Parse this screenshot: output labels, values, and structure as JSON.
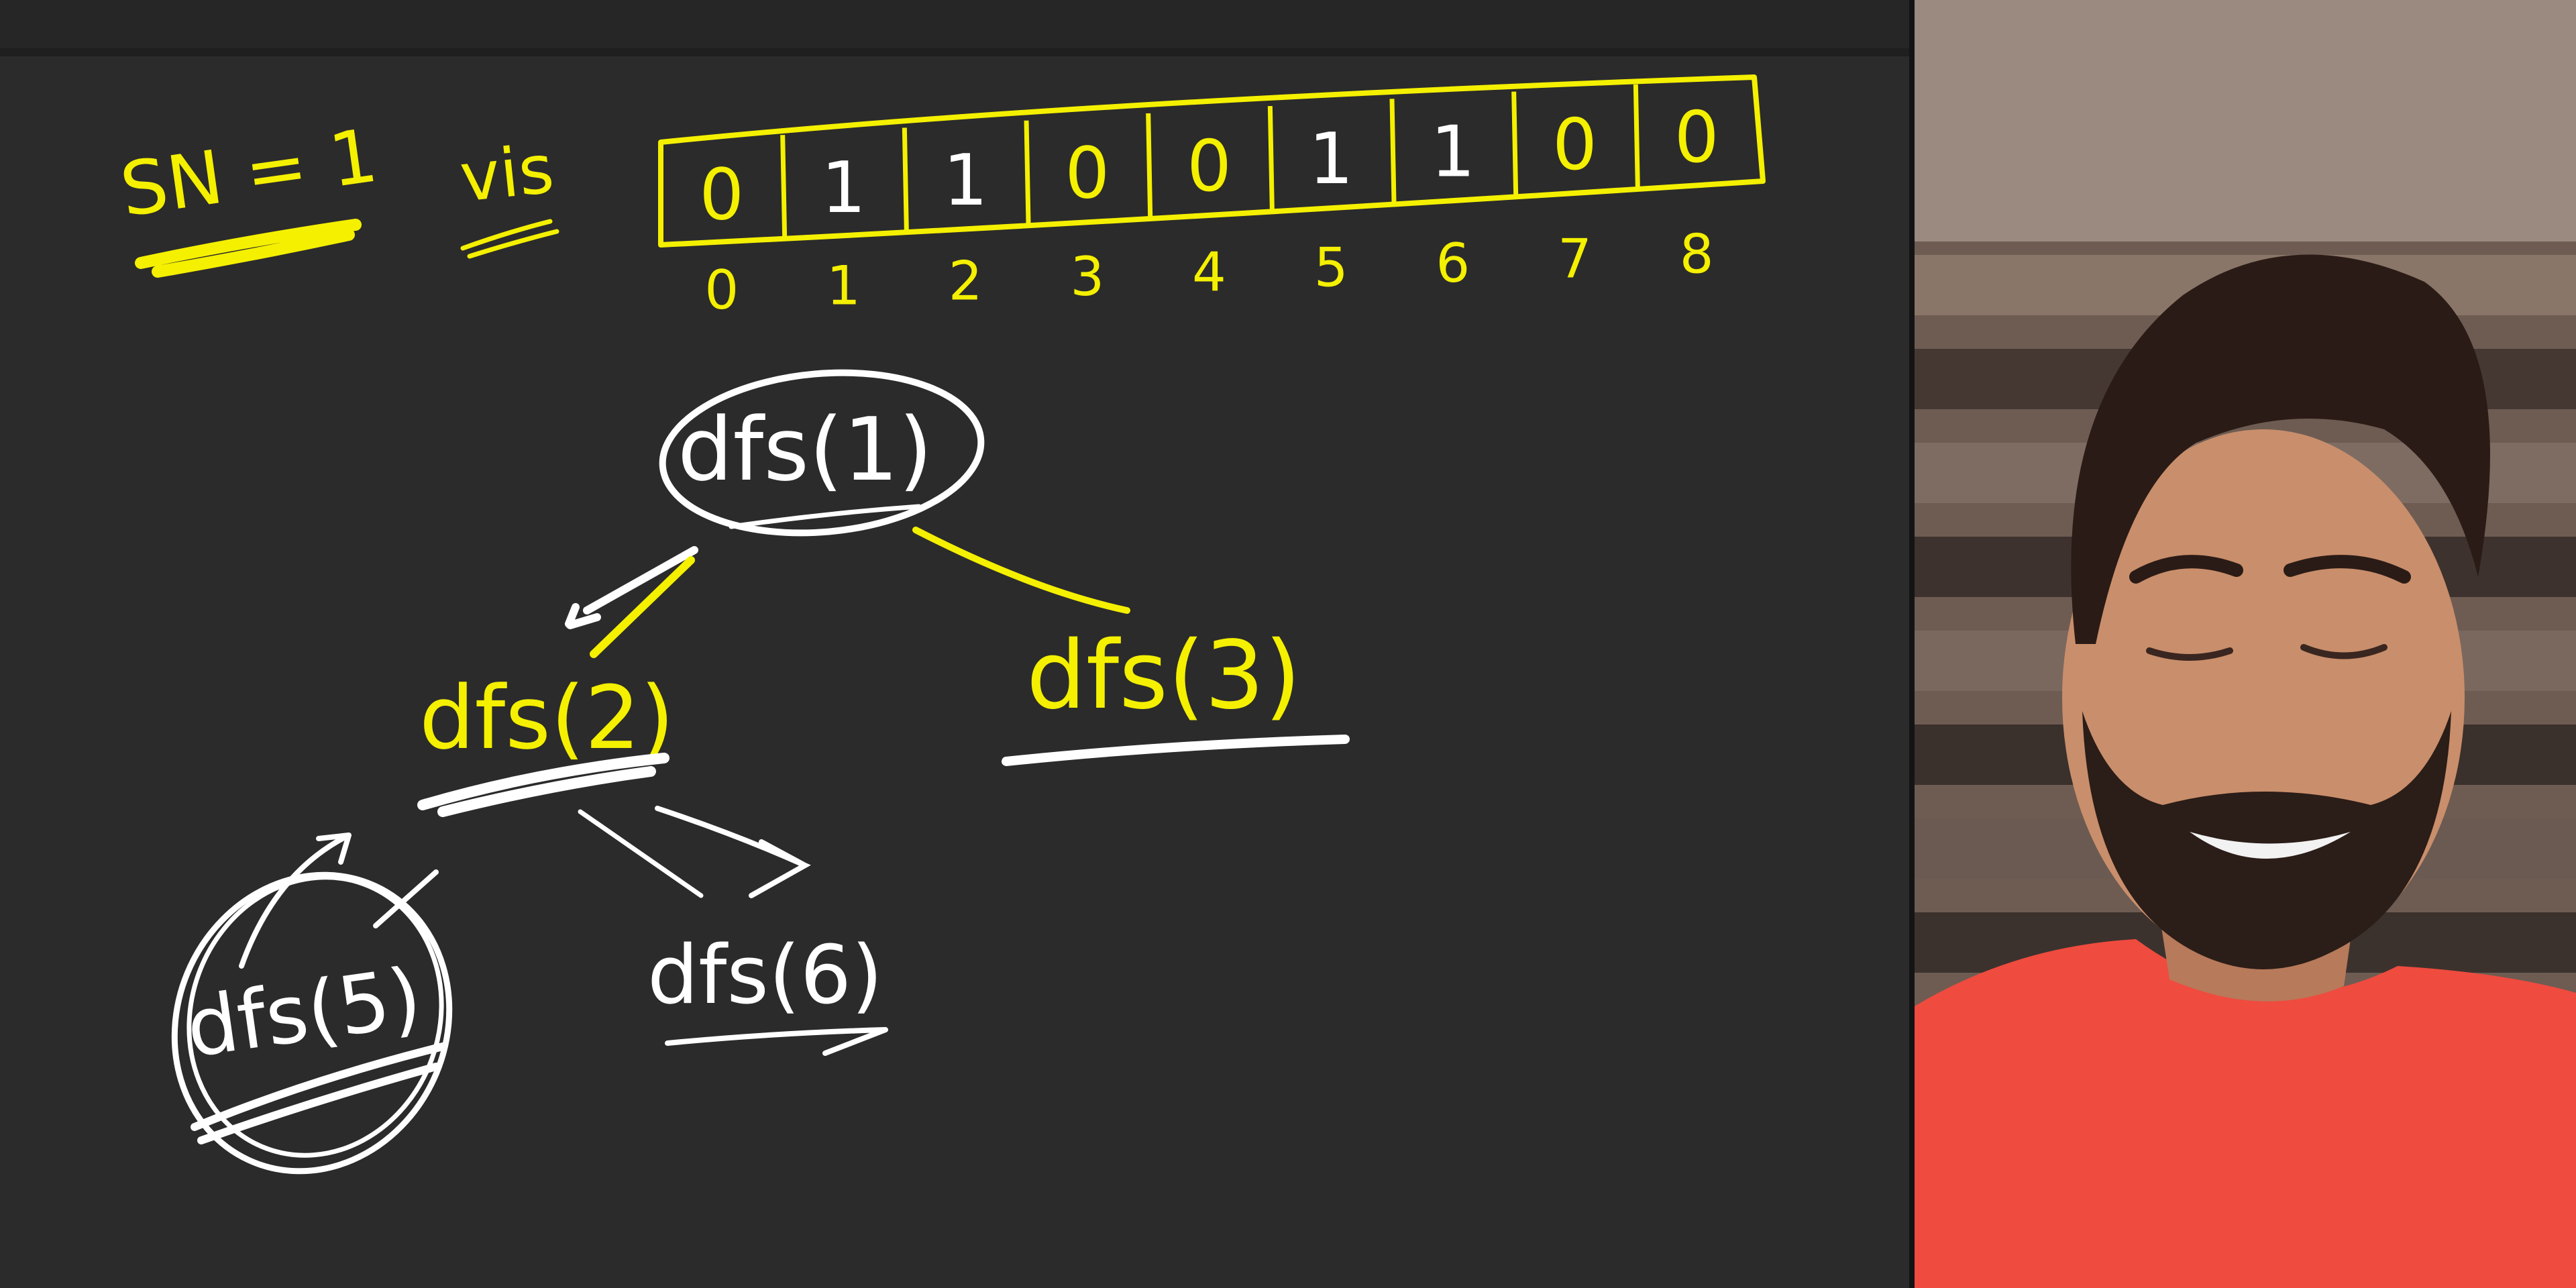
{
  "whiteboard": {
    "start_label": "SN = 1",
    "vis_label": "vis",
    "vis_values": [
      "0",
      "1",
      "1",
      "0",
      "0",
      "1",
      "1",
      "0",
      "0"
    ],
    "vis_indices": [
      "0",
      "1",
      "2",
      "3",
      "4",
      "5",
      "6",
      "7",
      "8"
    ],
    "nodes": {
      "root": "dfs(1)",
      "left": "dfs(2)",
      "right": "dfs(3)",
      "left_left": "dfs(5)",
      "left_right": "dfs(6)"
    }
  },
  "colors": {
    "board_background": "#2b2b2b",
    "marker_yellow": "#f4f000",
    "marker_white": "#ffffff",
    "shirt": "#ef4b3f"
  },
  "icons": [
    "presenter-webcam"
  ]
}
